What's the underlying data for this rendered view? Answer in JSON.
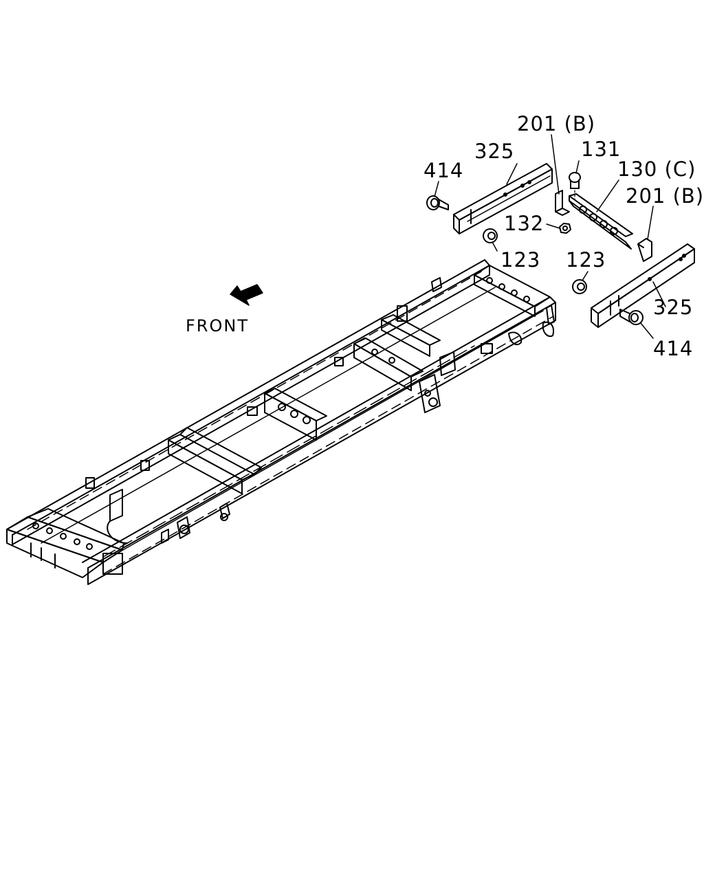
{
  "colors": {
    "line": "#000000",
    "background": "#ffffff"
  },
  "direction": {
    "label": "FRONT",
    "icon": "arrow-front-icon"
  },
  "callouts": [
    {
      "id": "c-201b-top",
      "text": "201 (B)"
    },
    {
      "id": "c-131",
      "text": "131"
    },
    {
      "id": "c-325-top",
      "text": "325"
    },
    {
      "id": "c-130c",
      "text": "130 (C)"
    },
    {
      "id": "c-414-top",
      "text": "414"
    },
    {
      "id": "c-201b-right",
      "text": "201 (B)"
    },
    {
      "id": "c-132",
      "text": "132"
    },
    {
      "id": "c-123-top",
      "text": "123"
    },
    {
      "id": "c-123-right",
      "text": "123"
    },
    {
      "id": "c-325-bottom",
      "text": "325"
    },
    {
      "id": "c-414-bottom",
      "text": "414"
    }
  ]
}
